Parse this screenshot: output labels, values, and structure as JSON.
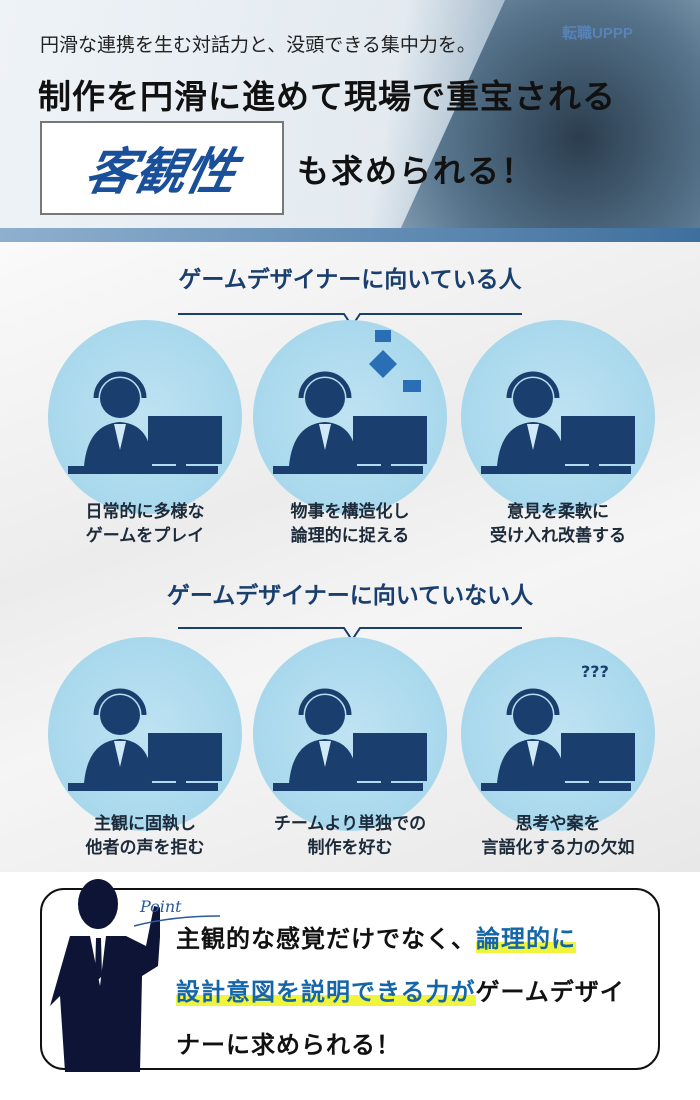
{
  "hero": {
    "logo": "転職UPPP",
    "subtitle": "円滑な連携を生む対話力と、没頭できる集中力を。",
    "title": "制作を円滑に進めて現場で重宝される",
    "keyword": "客観性",
    "keyword_tail": "も求められる！"
  },
  "suited": {
    "heading": "ゲームデザイナーに向いている人",
    "items": [
      {
        "line1": "日常的に多様な",
        "line2": "ゲームをプレイ",
        "icon": "person-playing-games-icon"
      },
      {
        "line1": "物事を構造化し",
        "line2": "論理的に捉える",
        "icon": "person-flowchart-icon"
      },
      {
        "line1": "意見を柔軟に",
        "line2": "受け入れ改善する",
        "icon": "person-feedback-cycle-icon"
      }
    ]
  },
  "unsuited": {
    "heading": "ゲームデザイナーに向いていない人",
    "items": [
      {
        "line1": "主観に固執し",
        "line2": "他者の声を拒む",
        "icon": "person-rejecting-icon"
      },
      {
        "line1": "チームより単独での",
        "line2": "制作を好む",
        "icon": "person-working-alone-icon"
      },
      {
        "line1": "思考や案を",
        "line2": "言語化する力の欠如",
        "icon": "person-confused-icon",
        "bubble": "???"
      }
    ]
  },
  "point": {
    "tag": "Point",
    "text1": "主観的な感覚だけでなく、",
    "highlight1": "論理的に",
    "highlight2": "設計意図を説明できる力が",
    "text2": "ゲームデザイナーに求められる！"
  },
  "colors": {
    "accent": "#1a3f6e",
    "circle": "#a9d8ec",
    "highlight": "#f0f43a",
    "keyword": "#1a4f9a"
  }
}
